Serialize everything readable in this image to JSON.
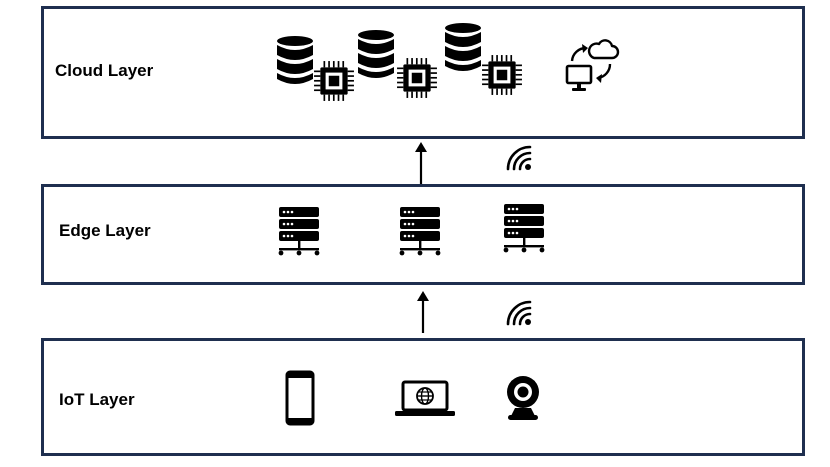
{
  "layers": {
    "cloud": {
      "label": "Cloud Layer"
    },
    "edge": {
      "label": "Edge Layer"
    },
    "iot": {
      "label": "IoT Layer"
    }
  },
  "icons": {
    "cloud": [
      "database-icon",
      "processor-chip-icon",
      "database-icon",
      "processor-chip-icon",
      "database-icon",
      "processor-chip-icon",
      "cloud-sync-computer-icon"
    ],
    "edge": [
      "server-rack-icon",
      "server-rack-icon",
      "server-rack-icon"
    ],
    "iot": [
      "smartphone-icon",
      "laptop-icon",
      "webcam-icon"
    ],
    "links": [
      "up-arrow-icon",
      "wireless-signal-icon"
    ]
  },
  "colors": {
    "frame": "#1f2f4f",
    "ink": "#000000"
  }
}
